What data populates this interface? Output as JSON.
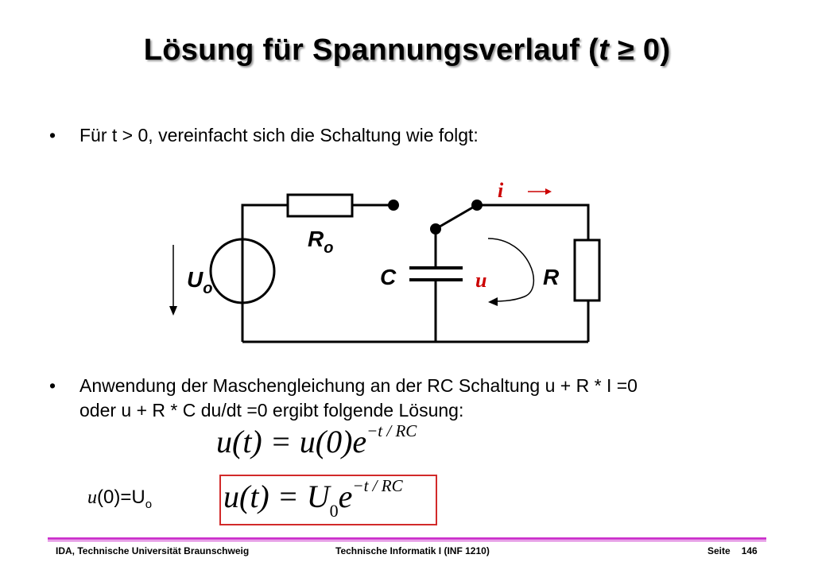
{
  "slide": {
    "title_prefix": "Lösung für Spannungsverlauf (",
    "title_var": "t",
    "title_suffix": " ≥ 0)",
    "bullets": [
      {
        "lines": [
          "Für t > 0, vereinfacht sich die Schaltung wie folgt:"
        ]
      },
      {
        "lines": [
          "Anwendung der Maschengleichung an der RC Schaltung u + R * I =0",
          "oder u + R * C du/dt =0 ergibt folgende Lösung:"
        ]
      }
    ],
    "bullet_char": "•"
  },
  "circuit": {
    "label_i": "i",
    "label_R0": "R",
    "label_R0_sub": "o",
    "label_U0": "U",
    "label_U0_sub": "o",
    "label_C": "C",
    "label_u": "u",
    "label_R": "R",
    "colors": {
      "wire": "#000000",
      "accent": "#cc0000"
    }
  },
  "equations": {
    "eq1_main": "u(t) = u(0)e",
    "eq1_exp": "−t / RC",
    "eq2_main_a": "u(t) = U",
    "eq2_sub": "0",
    "eq2_main_b": "e",
    "eq2_exp": "−t / RC",
    "initial_u": "u",
    "initial_rest": "(0)=U",
    "initial_sub": "o"
  },
  "footer": {
    "left": "IDA, Technische Universität Braunschweig",
    "center": "Technische Informatik I (INF 1210)",
    "right_label": "Seite",
    "page": "146",
    "line_color": "#cc33cc"
  }
}
